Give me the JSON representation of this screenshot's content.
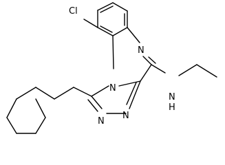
{
  "molecule": {
    "atoms": {
      "chlorine": "Cl",
      "n_quinoxaline": "N",
      "n_bridge": "N",
      "n_triazole_left": "N",
      "n_triazole_right": "N",
      "n_amine": "N",
      "h_amine": "H"
    },
    "colors": {
      "bond": "#000000",
      "text": "#000000",
      "background": "#ffffff"
    }
  }
}
